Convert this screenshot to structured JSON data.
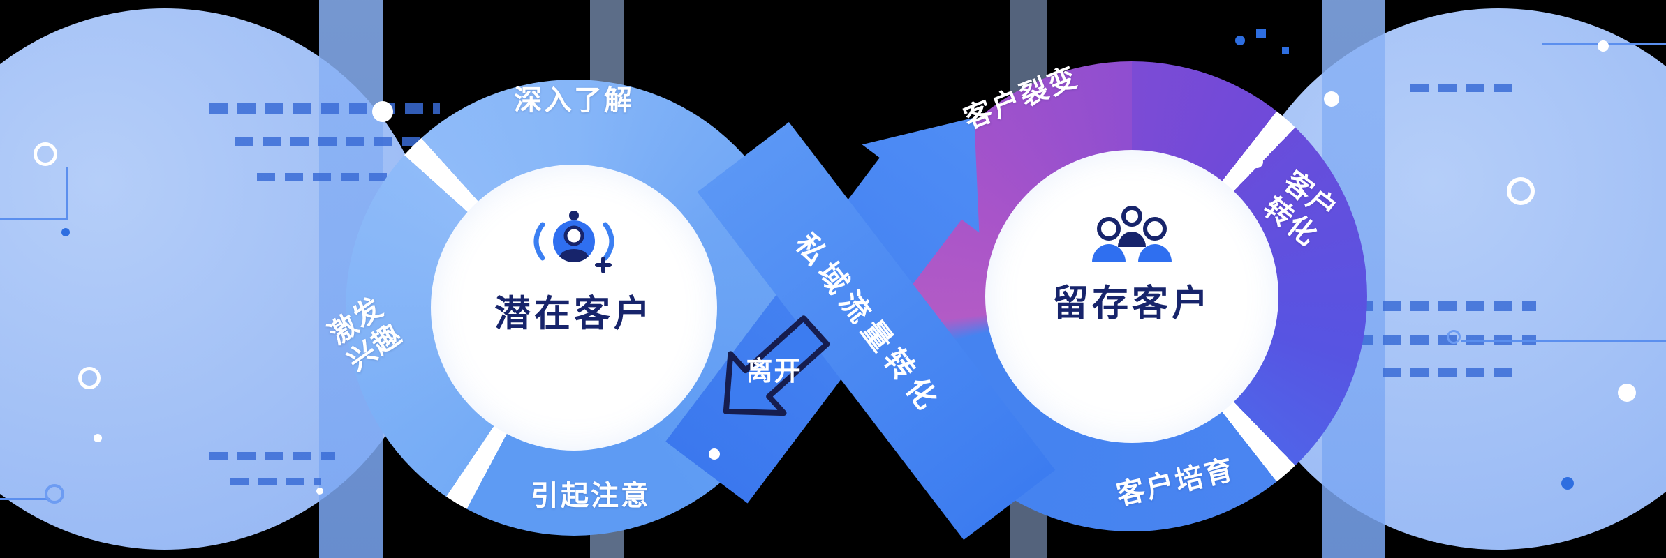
{
  "diagram": {
    "left_loop": {
      "center_label": "潜在客户",
      "icon": "prospect-search-icon",
      "segments": [
        {
          "label": "深入了解"
        },
        {
          "label": "激发兴趣"
        },
        {
          "label": "引起注意"
        }
      ],
      "exit_label": "离开"
    },
    "flow_band": {
      "label": "私域流量转化"
    },
    "right_loop": {
      "center_label": "留存客户",
      "icon": "user-group-icon",
      "segments": [
        {
          "label": "客户裂变"
        },
        {
          "label": "客户转化"
        },
        {
          "label": "客户培育"
        }
      ]
    },
    "colors": {
      "loop_blue": "#6aa3f5",
      "band_blue": "#3f7ef0",
      "fission_purple": "#9a51c9",
      "conversion_indigo": "#6150dd",
      "nurture_blue": "#4a86f1",
      "center_text_navy": "#17246b",
      "background_circle": "#a6c4f7",
      "background": "#000000"
    }
  }
}
